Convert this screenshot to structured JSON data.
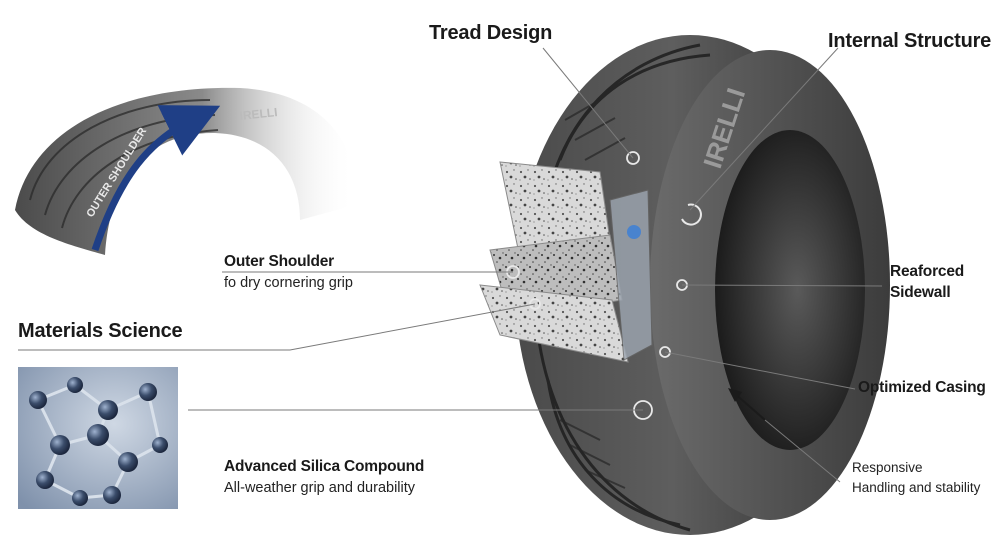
{
  "labels": {
    "tread_design": "Tread Design",
    "internal_structure": "Internal Structure",
    "outer_shoulder_title": "Outer Shoulder",
    "outer_shoulder_desc": "fo dry cornering grip",
    "materials_science": "Materials Science",
    "reinforced_sidewall_line1": "Reaforced",
    "reinforced_sidewall_line2": "Sidewall",
    "optimized_casing": "Optimized Casing",
    "silica_title": "Advanced Silica Compound",
    "silica_desc": "All-weather grip and durability",
    "responsive_line1": "Responsive",
    "responsive_line2": "Handling and stability"
  },
  "tire_text": {
    "brand_main": "IRELLI",
    "brand_small": "IRELLI",
    "shoulder_arrow_text": "OUTER SHOULDER"
  },
  "colors": {
    "leader_line": "#7a7a7a",
    "tire_dark": "#3a3a3a",
    "arrow_blue": "#1f3f86",
    "molecule_bg": "#8fa0b8"
  }
}
